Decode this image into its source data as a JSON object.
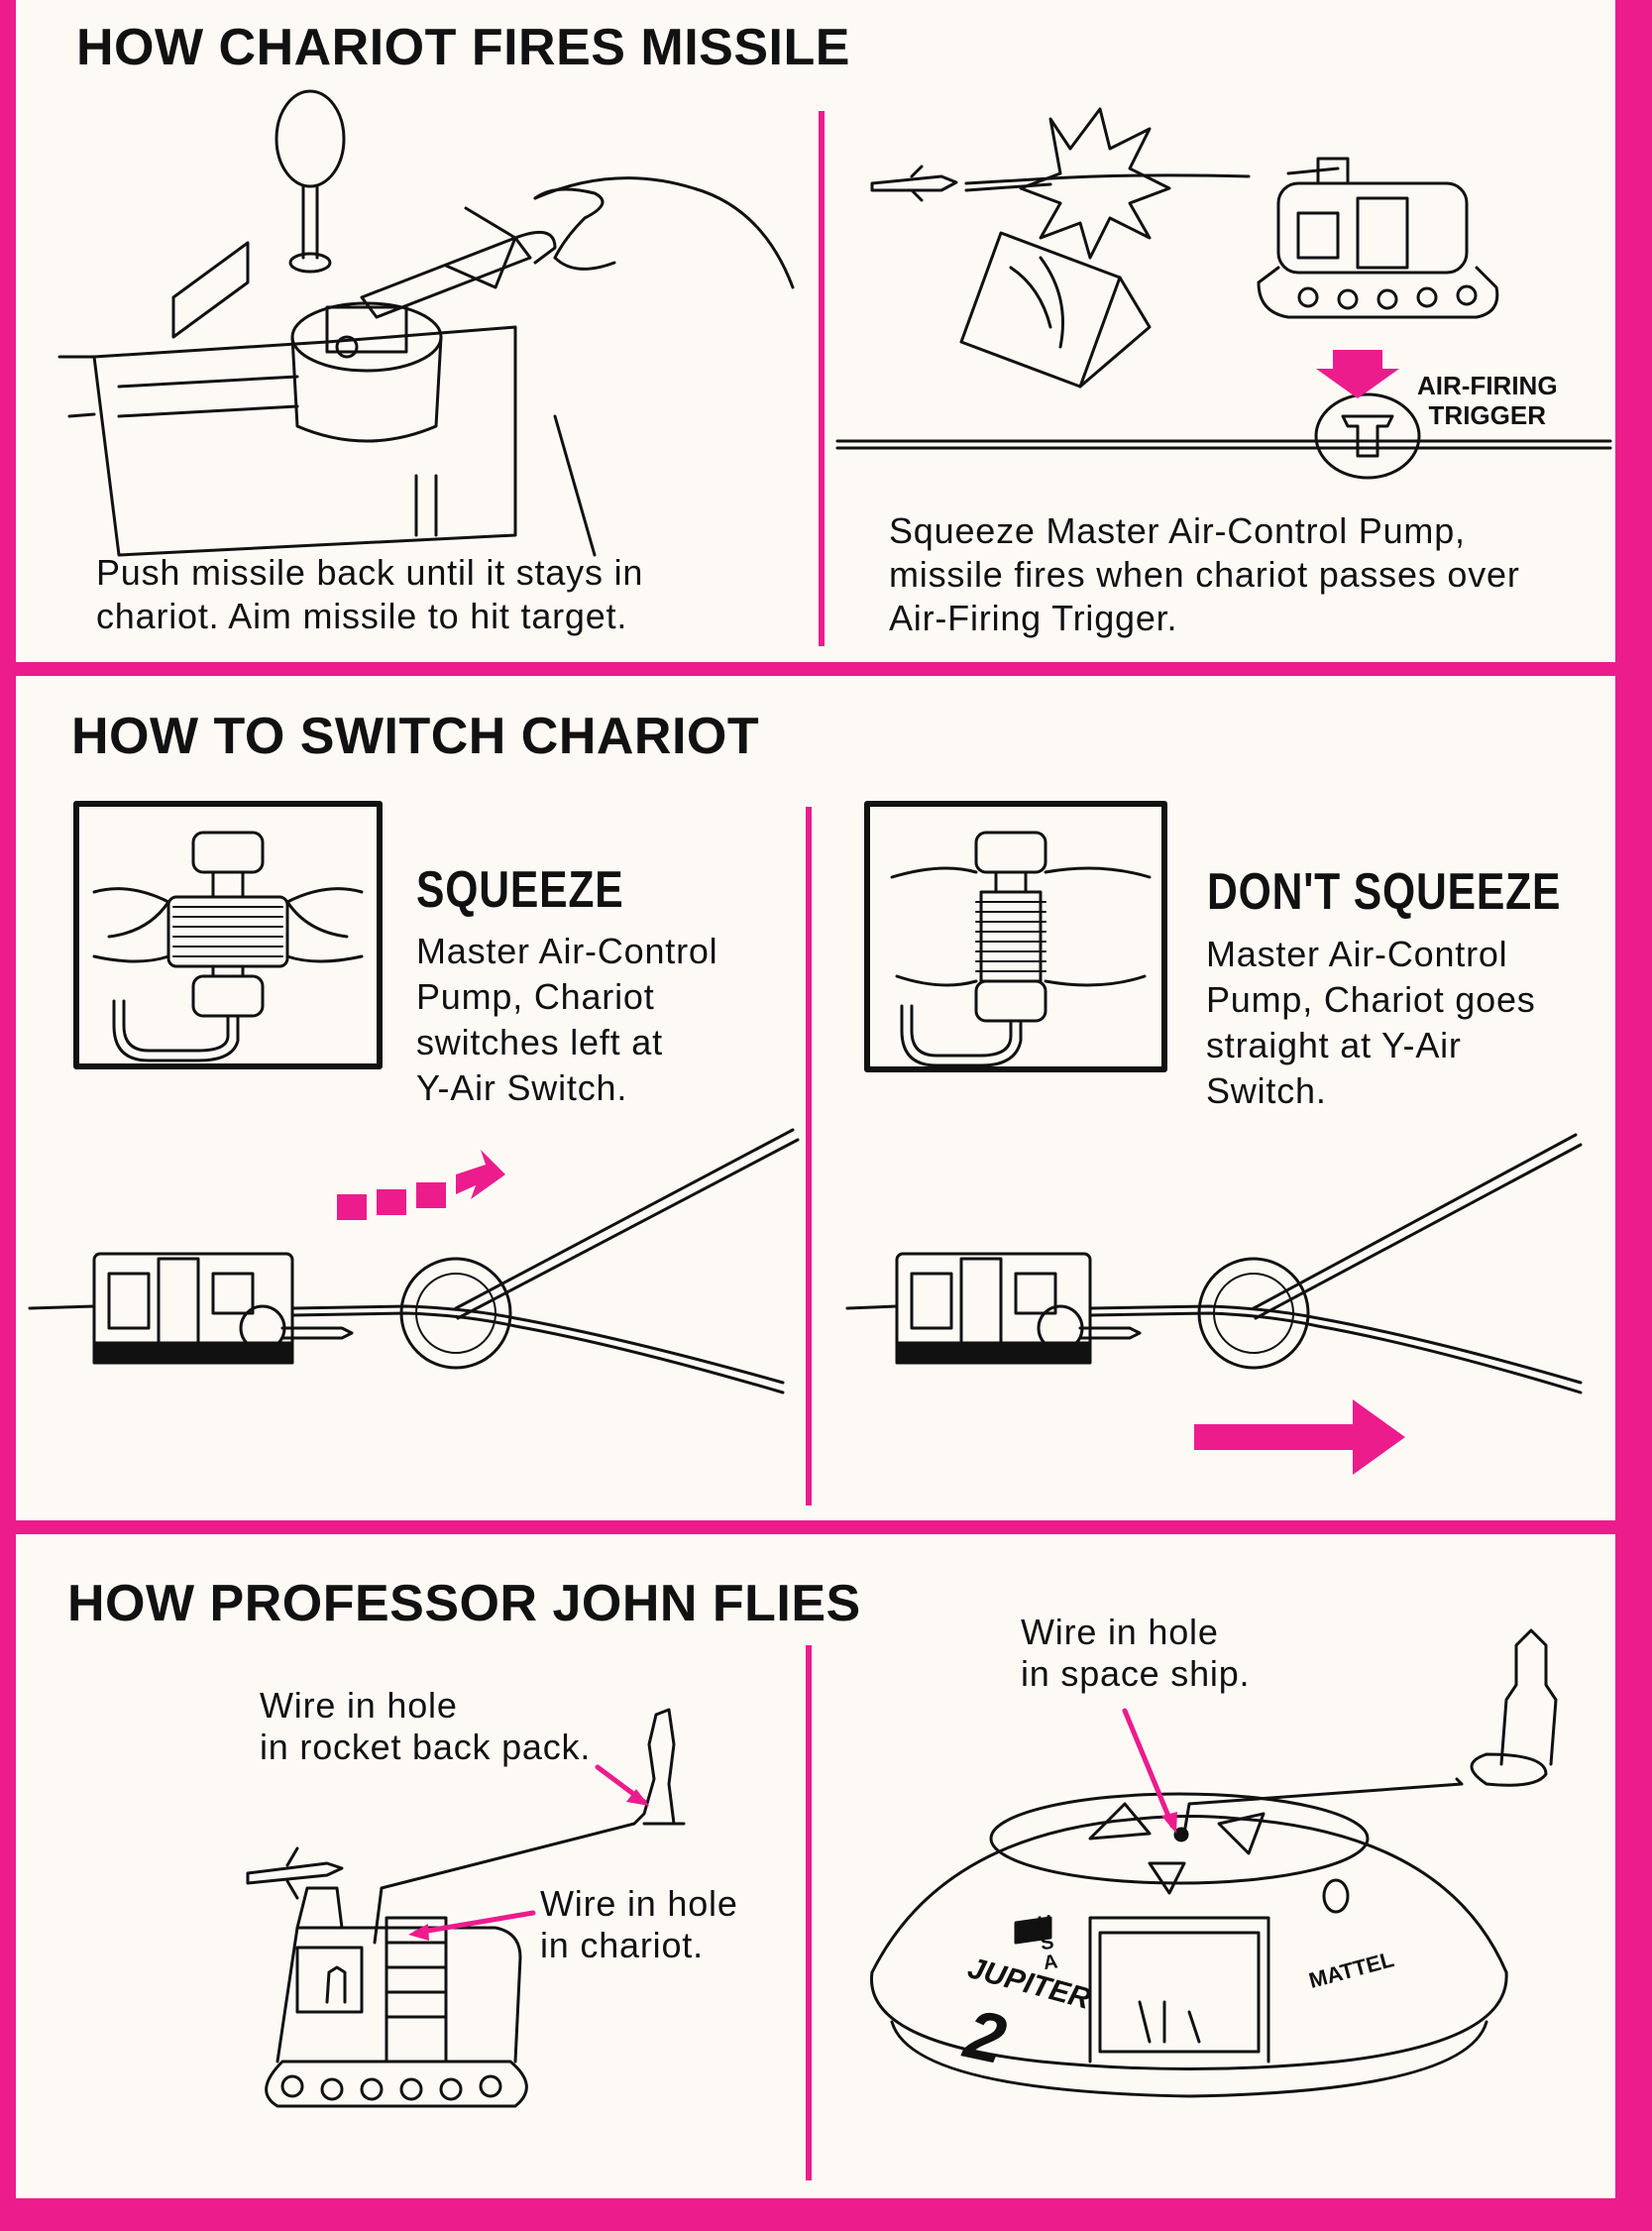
{
  "sections": {
    "fire": {
      "title": "HOW CHARIOT FIRES MISSILE",
      "left_text": [
        "Push missile back until it stays in",
        "chariot. Aim missile to hit target."
      ],
      "right_text": [
        "Squeeze Master Air-Control Pump,",
        "missile fires when chariot passes over",
        "Air-Firing Trigger."
      ],
      "trigger_label": [
        "AIR-FIRING",
        "TRIGGER"
      ]
    },
    "switch": {
      "title": "HOW TO SWITCH CHARIOT",
      "left_heading": "SQUEEZE",
      "left_text": [
        "Master Air-Control",
        "Pump, Chariot",
        "switches left at",
        "Y-Air Switch."
      ],
      "right_heading": "DON'T SQUEEZE",
      "right_text": [
        "Master Air-Control",
        "Pump, Chariot goes",
        "straight at Y-Air",
        "Switch."
      ]
    },
    "fly": {
      "title": "HOW PROFESSOR JOHN FLIES",
      "backpack_text": [
        "Wire in hole",
        "in rocket back pack."
      ],
      "chariot_text": [
        "Wire in hole",
        "in chariot."
      ],
      "ship_text": [
        "Wire in hole",
        "in space ship."
      ],
      "ship_markings": {
        "usa": "USA",
        "name": "JUPITER",
        "number": "2",
        "brand": "MATTEL"
      }
    }
  },
  "colors": {
    "accent": "#ec1c8d",
    "ink": "#111111",
    "paper": "#fdfaf6"
  }
}
